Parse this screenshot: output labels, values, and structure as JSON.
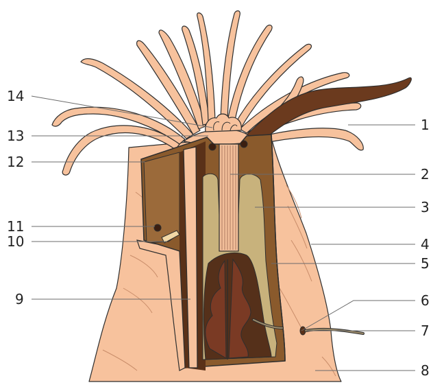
{
  "diagram": {
    "labels": [
      {
        "id": "1",
        "text": "1"
      },
      {
        "id": "2",
        "text": "2"
      },
      {
        "id": "3",
        "text": "3"
      },
      {
        "id": "4",
        "text": "4"
      },
      {
        "id": "5",
        "text": "5"
      },
      {
        "id": "6",
        "text": "6"
      },
      {
        "id": "7",
        "text": "7"
      },
      {
        "id": "8",
        "text": "8"
      },
      {
        "id": "9",
        "text": "9"
      },
      {
        "id": "10",
        "text": "10"
      },
      {
        "id": "11",
        "text": "11"
      },
      {
        "id": "12",
        "text": "12"
      },
      {
        "id": "13",
        "text": "13"
      },
      {
        "id": "14",
        "text": "14"
      }
    ]
  },
  "colors": {
    "flesh": "#f7c29d",
    "outline": "#2e2e2e",
    "wall_dark": "#6b3a1e",
    "wall_mid": "#8a5a2c",
    "cavity_tan": "#c8b27c",
    "cavity_inner": "#55301a",
    "mesentery_red": "#7a3a24",
    "leader_line": "#6b6b6b"
  }
}
